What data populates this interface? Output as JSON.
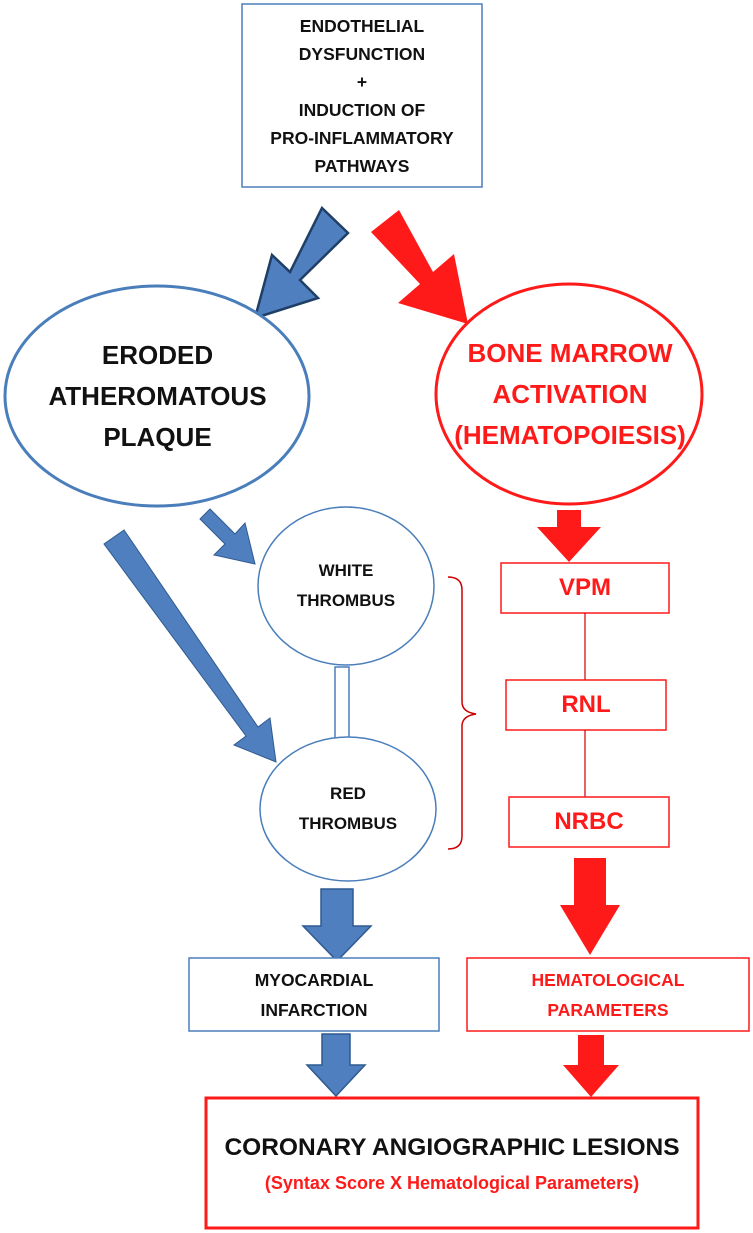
{
  "colors": {
    "blue_arrow": "#4f7fbf",
    "blue_arrow_stroke": "#2f5a8f",
    "blue_outline": "#4a7ebb",
    "red": "#ff1a1a",
    "dark_red": "#cc0000",
    "text": "#111111"
  },
  "top_box": {
    "lines": [
      "ENDOTHELIAL",
      "DYSFUNCTION",
      "+",
      "INDUCTION OF",
      "PRO-INFLAMMATORY",
      "PATHWAYS"
    ]
  },
  "eroded_plaque": {
    "lines": [
      "ERODED",
      "ATHEROMATOUS",
      "PLAQUE"
    ]
  },
  "bone_marrow": {
    "lines": [
      "BONE MARROW",
      "ACTIVATION",
      "(HEMATOPOIESIS)"
    ]
  },
  "white_thrombus": {
    "lines": [
      "WHITE",
      "THROMBUS"
    ]
  },
  "red_thrombus": {
    "lines": [
      "RED",
      "THROMBUS"
    ]
  },
  "markers": {
    "vpm": "VPM",
    "rnl": "RNL",
    "nrbc": "NRBC"
  },
  "myocardial_infarction": {
    "lines": [
      "MYOCARDIAL",
      "INFARCTION"
    ]
  },
  "hematological_parameters": {
    "lines": [
      "HEMATOLOGICAL",
      "PARAMETERS"
    ]
  },
  "coronary": {
    "title": "CORONARY ANGIOGRAPHIC LESIONS",
    "subtitle": "(Syntax Score X Hematological Parameters)"
  }
}
